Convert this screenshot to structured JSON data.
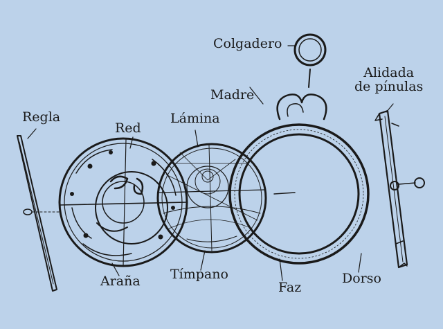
{
  "labels": {
    "colgadero": "Colgadero",
    "alidada_line1": "Alidada",
    "alidada_line2": "de pínulas",
    "madre": "Madre",
    "lamina": "Lámina",
    "red": "Red",
    "regla": "Regla",
    "arana": "Araña",
    "timpano": "Tímpano",
    "faz": "Faz",
    "dorso": "Dorso"
  },
  "colors": {
    "background": "#bcd2ea",
    "ink": "#1a1a1a"
  }
}
